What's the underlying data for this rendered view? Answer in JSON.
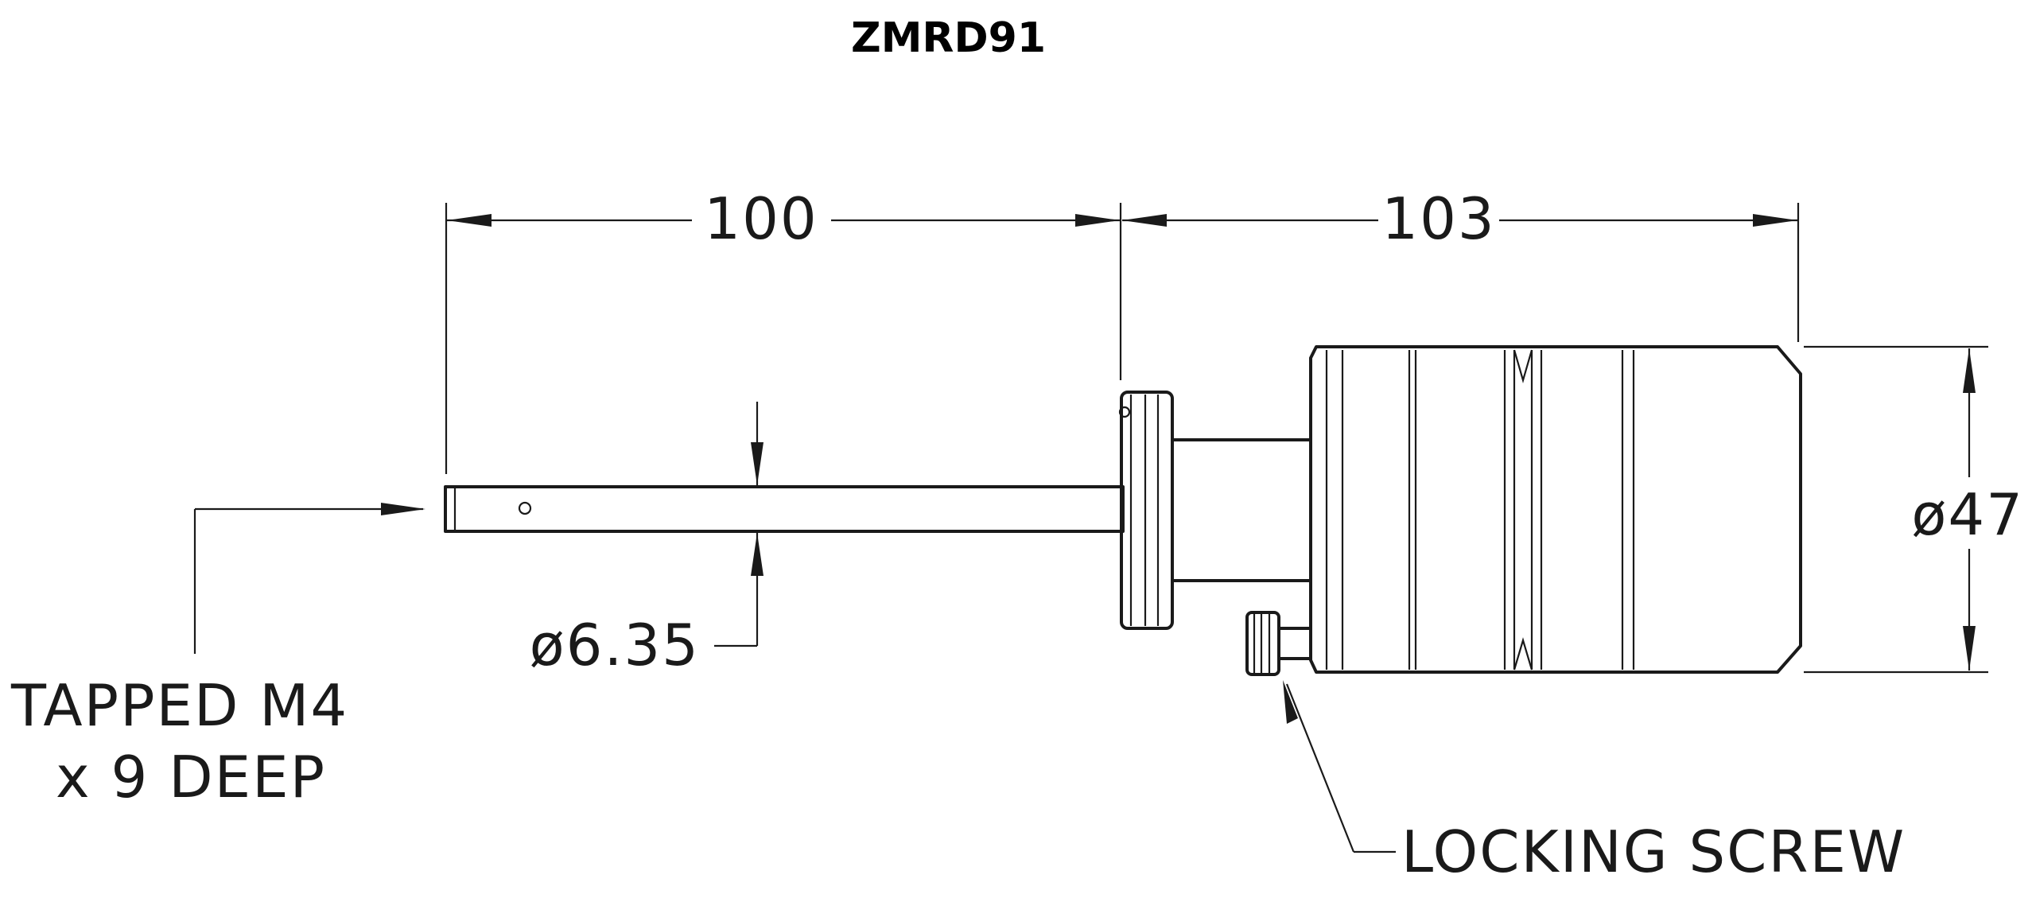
{
  "title": "ZMRD91",
  "dimensions": {
    "shaft_length": "100",
    "body_length": "103",
    "shaft_diameter": "ø6.35",
    "body_diameter": "ø47"
  },
  "callouts": {
    "tapped_line1": "TAPPED M4",
    "tapped_line2": "x 9 DEEP",
    "locking_screw": "LOCKING SCREW"
  },
  "colors": {
    "line": "#1a1a1a",
    "background": "#ffffff"
  }
}
